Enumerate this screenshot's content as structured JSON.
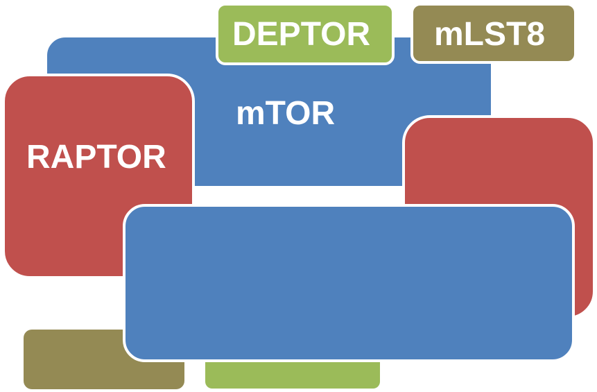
{
  "colors": {
    "blue": "#4F81BD",
    "red": "#C0504D",
    "green": "#9BBB59",
    "olive": "#948A54"
  },
  "labels": {
    "mtor": "mTOR",
    "raptor": "RAPTOR",
    "deptor": "DEPTOR",
    "mlst8": "mLST8"
  }
}
